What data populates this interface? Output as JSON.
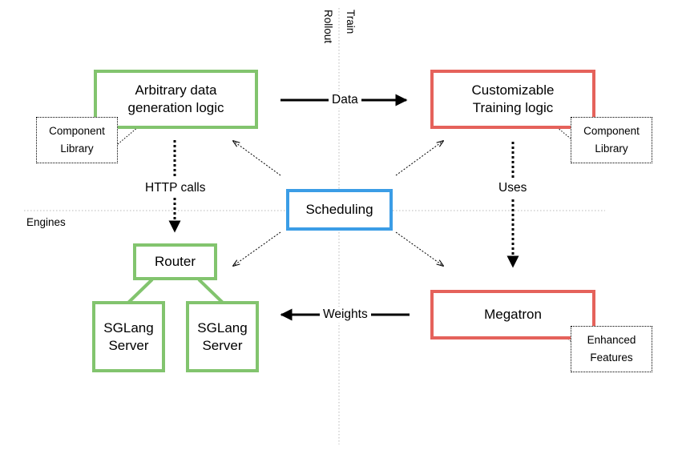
{
  "zones": {
    "train": "Train",
    "rollout": "Rollout",
    "engines": "Engines"
  },
  "boxes": {
    "data_gen": "Arbitrary data\ngeneration logic",
    "training": "Customizable\nTraining logic",
    "scheduling": "Scheduling",
    "router": "Router",
    "sglang_1": "SGLang\nServer",
    "sglang_2": "SGLang\nServer",
    "megatron": "Megatron"
  },
  "notes": {
    "component_library_left": "Component\nLibrary",
    "component_library_right": "Component\nLibrary",
    "enhanced_features": "Enhanced\nFeatures"
  },
  "edges": {
    "data": "Data",
    "http_calls": "HTTP calls",
    "uses": "Uses",
    "weights": "Weights"
  },
  "colors": {
    "rollout": "#82c46e",
    "training": "#e5625b",
    "scheduling": "#3b9de6"
  }
}
